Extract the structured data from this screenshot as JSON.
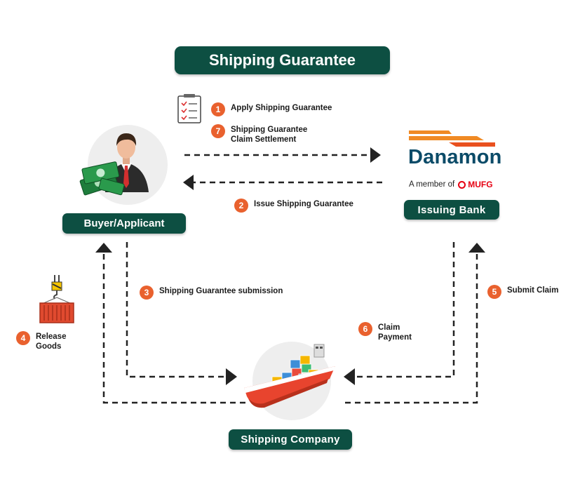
{
  "title": "Shipping Guarantee",
  "parties": {
    "buyer": "Buyer/Applicant",
    "bank": "Issuing Bank",
    "shipping_company": "Shipping Company"
  },
  "bank_logo": {
    "name": "Danamon",
    "member_prefix": "A member of",
    "group": "MUFG"
  },
  "steps": [
    {
      "number": "1",
      "label": "Apply Shipping Guarantee"
    },
    {
      "number": "7",
      "label": "Shipping Guarantee\nClaim Settlement"
    },
    {
      "number": "2",
      "label": "Issue Shipping Guarantee"
    },
    {
      "number": "3",
      "label": "Shipping Guarantee submission"
    },
    {
      "number": "4",
      "label": "Release\nGoods"
    },
    {
      "number": "5",
      "label": "Submit Claim"
    },
    {
      "number": "6",
      "label": "Claim\nPayment"
    }
  ],
  "colors": {
    "pill": "#0d4f42",
    "badge": "#e9612e",
    "arrow": "#222222",
    "bank_blue": "#0b4b68",
    "bank_orange": "#f08a24",
    "mufg_red": "#e60012"
  },
  "icons": [
    "checklist-icon",
    "businessman-icon",
    "money-icon",
    "container-crane-icon",
    "cargo-ship-icon"
  ]
}
